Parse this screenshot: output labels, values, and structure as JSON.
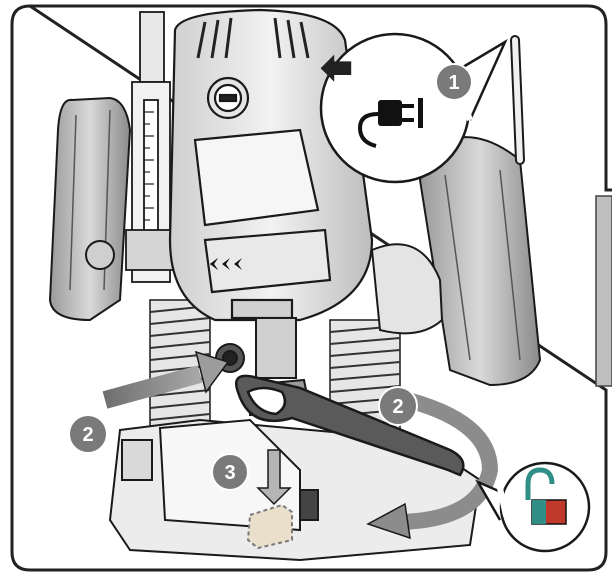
{
  "figure": {
    "steps": {
      "unplug": "1",
      "press_lock": "2",
      "turn_wrench": "2",
      "remove_bit": "3"
    },
    "icons": {
      "unplug": "unplug-icon",
      "unlock": "padlock-open-icon",
      "chevrons": "chevrons-left-icon"
    },
    "colors": {
      "badge": "#7a7a7a",
      "arrow": "#8c8c8c",
      "outline": "#1a1a1a",
      "unlock_teal": "#2f8f86",
      "unlock_red": "#c0392b",
      "frame": "#222222"
    }
  }
}
